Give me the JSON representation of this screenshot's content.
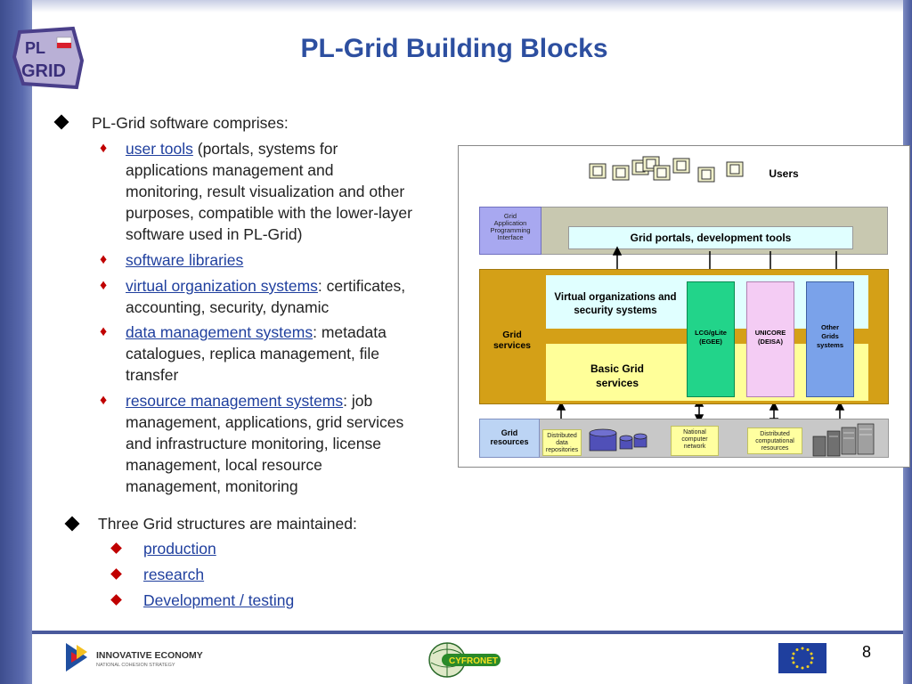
{
  "title": "PL-Grid Building Blocks",
  "logo": {
    "line1": "PL",
    "line2": "GRID"
  },
  "content": {
    "bullet1": "PL-Grid software comprises:",
    "items": [
      {
        "link": "user tools",
        "rest": " (portals, systems for",
        "lines": [
          "applications management and",
          "monitoring, result visualization and other",
          "purposes, compatible with the lower-layer",
          "software used in PL-Grid)"
        ]
      },
      {
        "link": "software libraries",
        "rest": "",
        "lines": []
      },
      {
        "link": "virtual organization systems",
        "rest": ": certificates,",
        "lines": [
          "accounting, security, dynamic"
        ]
      },
      {
        "link": "data management systems",
        "rest": ": metadata",
        "lines": [
          "catalogues, replica management, file",
          "transfer"
        ]
      },
      {
        "link": "resource management systems",
        "rest": ": job",
        "lines": [
          "management, applications, grid services",
          "and infrastructure monitoring, license",
          "management, local resource",
          "management, monitoring"
        ]
      }
    ],
    "bullet2": "Three Grid structures are maintained:",
    "structures": [
      "production",
      "research",
      "Development / testing"
    ]
  },
  "diagram": {
    "users": "Users",
    "api": [
      "Grid",
      "Application",
      "Programming",
      "Interface"
    ],
    "portals": "Grid portals, development tools",
    "grid_services": [
      "Grid",
      "services"
    ],
    "vo": [
      "Virtual organizations and",
      "security systems"
    ],
    "basic": [
      "Basic Grid",
      "services"
    ],
    "lcg": [
      "LCG/gLite",
      "(EGEE)"
    ],
    "unicore": [
      "UNICORE",
      "(DEISA)"
    ],
    "other": [
      "Other",
      "Grids",
      "systems"
    ],
    "grid_resources": [
      "Grid",
      "resources"
    ],
    "distributed_data": [
      "Distributed",
      "data",
      "repositories"
    ],
    "national_network": [
      "National",
      "computer",
      "network"
    ],
    "distributed_comp": [
      "Distributed",
      "computational",
      "resources"
    ]
  },
  "footer": {
    "innovative": "INNOVATIVE ECONOMY",
    "strategy": "NATIONAL COHESION STRATEGY",
    "cyfronet": "CYFRONET",
    "page": "8"
  },
  "colors": {
    "title": "#2d4fa0",
    "frame": "#4a5a9c",
    "bullet_red": "#c00000",
    "services_gold": "#d4a017",
    "api_purple": "#a8a8f0"
  }
}
